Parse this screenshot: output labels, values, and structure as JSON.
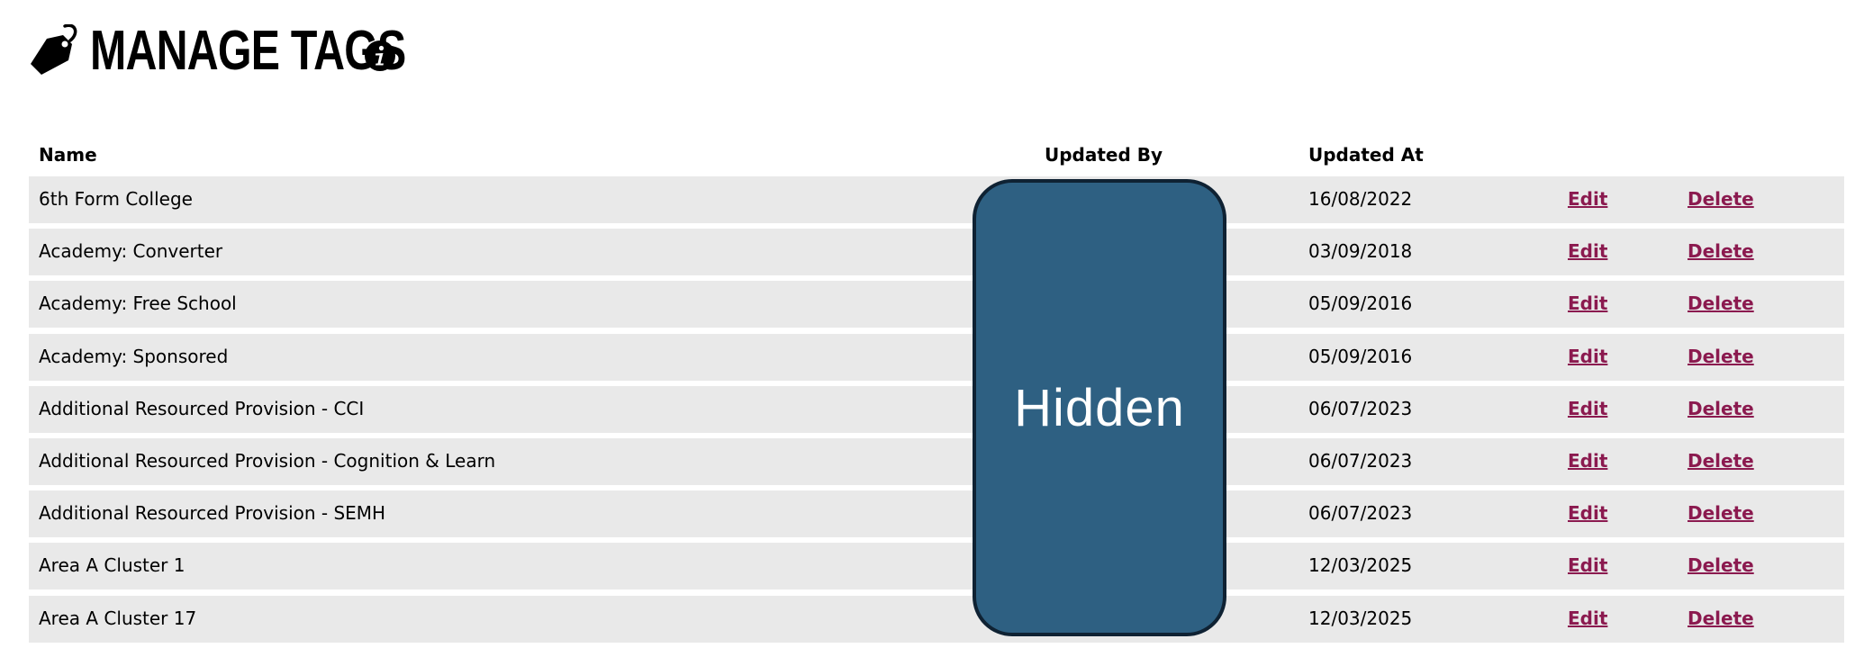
{
  "header": {
    "title": "MANAGE TAGS",
    "title_icon": "tag-icon",
    "info_icon": "info-icon"
  },
  "table": {
    "columns": {
      "name": "Name",
      "updated_by": "Updated By",
      "updated_at": "Updated At"
    },
    "rows": [
      {
        "name": "6th Form College",
        "updated_at": "16/08/2022",
        "edit": "Edit",
        "delete": "Delete"
      },
      {
        "name": "Academy: Converter",
        "updated_at": "03/09/2018",
        "edit": "Edit",
        "delete": "Delete"
      },
      {
        "name": "Academy: Free School",
        "updated_at": "05/09/2016",
        "edit": "Edit",
        "delete": "Delete"
      },
      {
        "name": "Academy: Sponsored",
        "updated_at": "05/09/2016",
        "edit": "Edit",
        "delete": "Delete"
      },
      {
        "name": "Additional Resourced Provision - CCI",
        "updated_at": "06/07/2023",
        "edit": "Edit",
        "delete": "Delete"
      },
      {
        "name": "Additional Resourced Provision - Cognition & Learn",
        "updated_at": "06/07/2023",
        "edit": "Edit",
        "delete": "Delete"
      },
      {
        "name": "Additional Resourced Provision - SEMH",
        "updated_at": "06/07/2023",
        "edit": "Edit",
        "delete": "Delete"
      },
      {
        "name": "Area A Cluster 1",
        "updated_at": "12/03/2025",
        "edit": "Edit",
        "delete": "Delete"
      },
      {
        "name": "Area A Cluster 17",
        "updated_at": "12/03/2025",
        "edit": "Edit",
        "delete": "Delete"
      }
    ]
  },
  "overlay": {
    "label": "Hidden"
  },
  "colors": {
    "link": "#8b1a4f",
    "row_background": "#e9e9e9",
    "overlay_fill": "#2e6082",
    "overlay_border": "#0f2233"
  }
}
